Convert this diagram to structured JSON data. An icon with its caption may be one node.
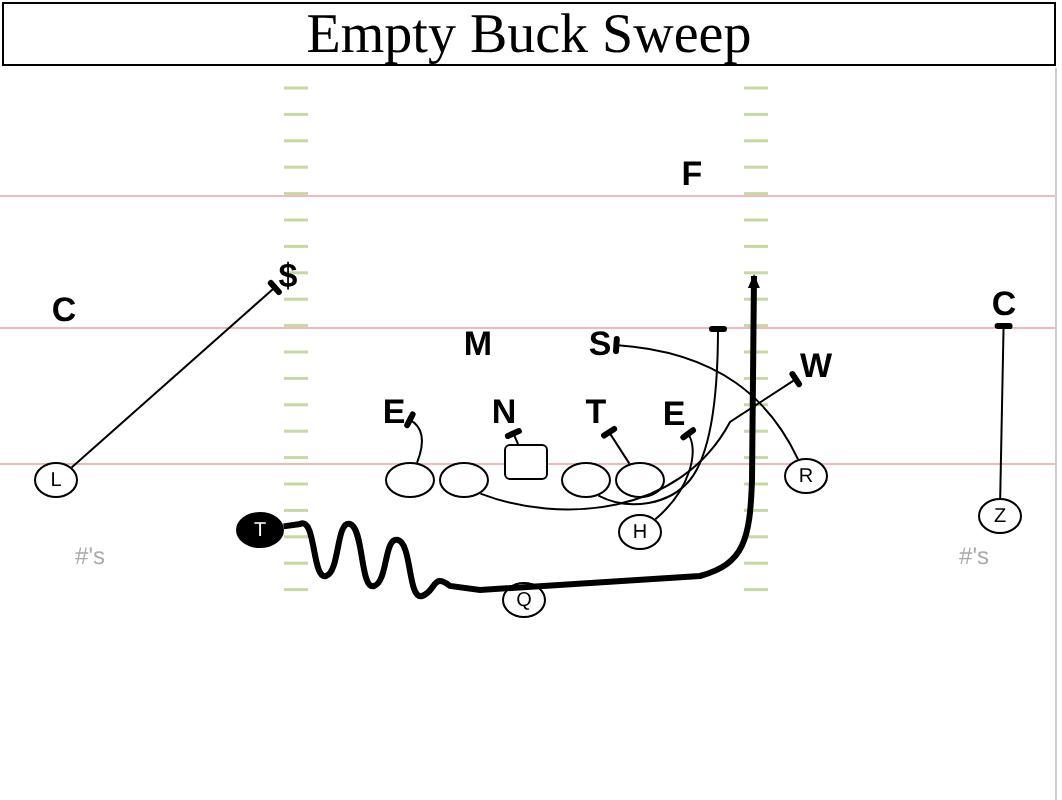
{
  "diagram": {
    "title": "Empty Buck Sweep",
    "nodes": [
      {
        "text": [
          "F"
        ]
      },
      {
        "text": [
          "$"
        ]
      },
      {
        "text": [
          "C"
        ]
      },
      {
        "text": [
          "C"
        ]
      },
      {
        "text": [
          "M"
        ]
      },
      {
        "text": [
          "S"
        ]
      },
      {
        "text": [
          "W"
        ]
      },
      {
        "text": [
          "E"
        ]
      },
      {
        "text": [
          "N"
        ]
      },
      {
        "text": [
          "T"
        ]
      },
      {
        "text": [
          "E"
        ]
      },
      {
        "text": [
          "L"
        ]
      },
      {
        "text": [],
        "shape": "circle"
      },
      {
        "text": [],
        "shape": "circle"
      },
      {
        "text": [],
        "shape": "box"
      },
      {
        "text": [],
        "shape": "circle"
      },
      {
        "text": [],
        "shape": "circle"
      },
      {
        "text": [
          "R"
        ]
      },
      {
        "text": [
          "Z"
        ]
      },
      {
        "text": [
          "T"
        ]
      },
      {
        "text": [
          "H"
        ]
      },
      {
        "text": [
          "Q"
        ]
      }
    ],
    "edges": [
      {
        "from": 11,
        "to": 1,
        "arrow": "other"
      },
      {
        "from": 18,
        "to": 3,
        "arrow": "other"
      },
      {
        "from": 17,
        "to": 5,
        "arrow": "other"
      },
      {
        "from": 12,
        "to": 7,
        "arrow": "other"
      },
      {
        "from": 14,
        "to": 8,
        "arrow": "other"
      },
      {
        "from": 16,
        "to": 9,
        "arrow": "other"
      },
      {
        "from": 20,
        "to": 10,
        "arrow": "other"
      },
      {
        "from": 13,
        "to": 6,
        "arrow": "other"
      },
      {
        "from": 15,
        "to": null,
        "arrow": "other"
      },
      {
        "from": 19,
        "to": null,
        "arrow": "to",
        "style": "thick"
      }
    ],
    "labels": [
      "#'s",
      "#'s"
    ]
  }
}
